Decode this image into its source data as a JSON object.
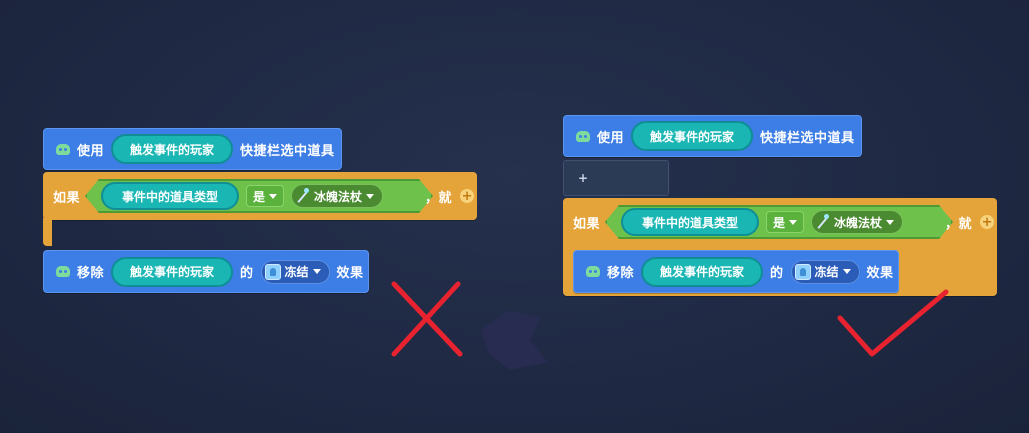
{
  "wrong": {
    "use_block": {
      "prefix": "使用",
      "player": "触发事件的玩家",
      "suffix": "快捷栏选中道具"
    },
    "if_block": {
      "if_label": "如果",
      "condition": {
        "subject": "事件中的道具类型",
        "op": "是",
        "value": "冰魄法杖"
      },
      "then_label": "，就"
    },
    "remove_block": {
      "prefix": "移除",
      "player": "触发事件的玩家",
      "mid": "的",
      "effect": "冻结",
      "suffix": "效果"
    }
  },
  "right": {
    "use_block": {
      "prefix": "使用",
      "player": "触发事件的玩家",
      "suffix": "快捷栏选中道具"
    },
    "placeholder": "+",
    "if_block": {
      "if_label": "如果",
      "condition": {
        "subject": "事件中的道具类型",
        "op": "是",
        "value": "冰魄法杖"
      },
      "then_label": "，就"
    },
    "remove_block": {
      "prefix": "移除",
      "player": "触发事件的玩家",
      "mid": "的",
      "effect": "冻结",
      "suffix": "效果"
    }
  },
  "colors": {
    "blue_block": "#3d7ee6",
    "orange_block": "#e5a43a",
    "teal_pill": "#19b6b4",
    "green_condition": "#6ec24b",
    "mark_red": "#e8232f"
  },
  "icons": [
    "robot-icon",
    "wand-icon",
    "freeze-effect-icon",
    "add-branch-icon",
    "cross-mark-icon",
    "check-mark-icon"
  ]
}
